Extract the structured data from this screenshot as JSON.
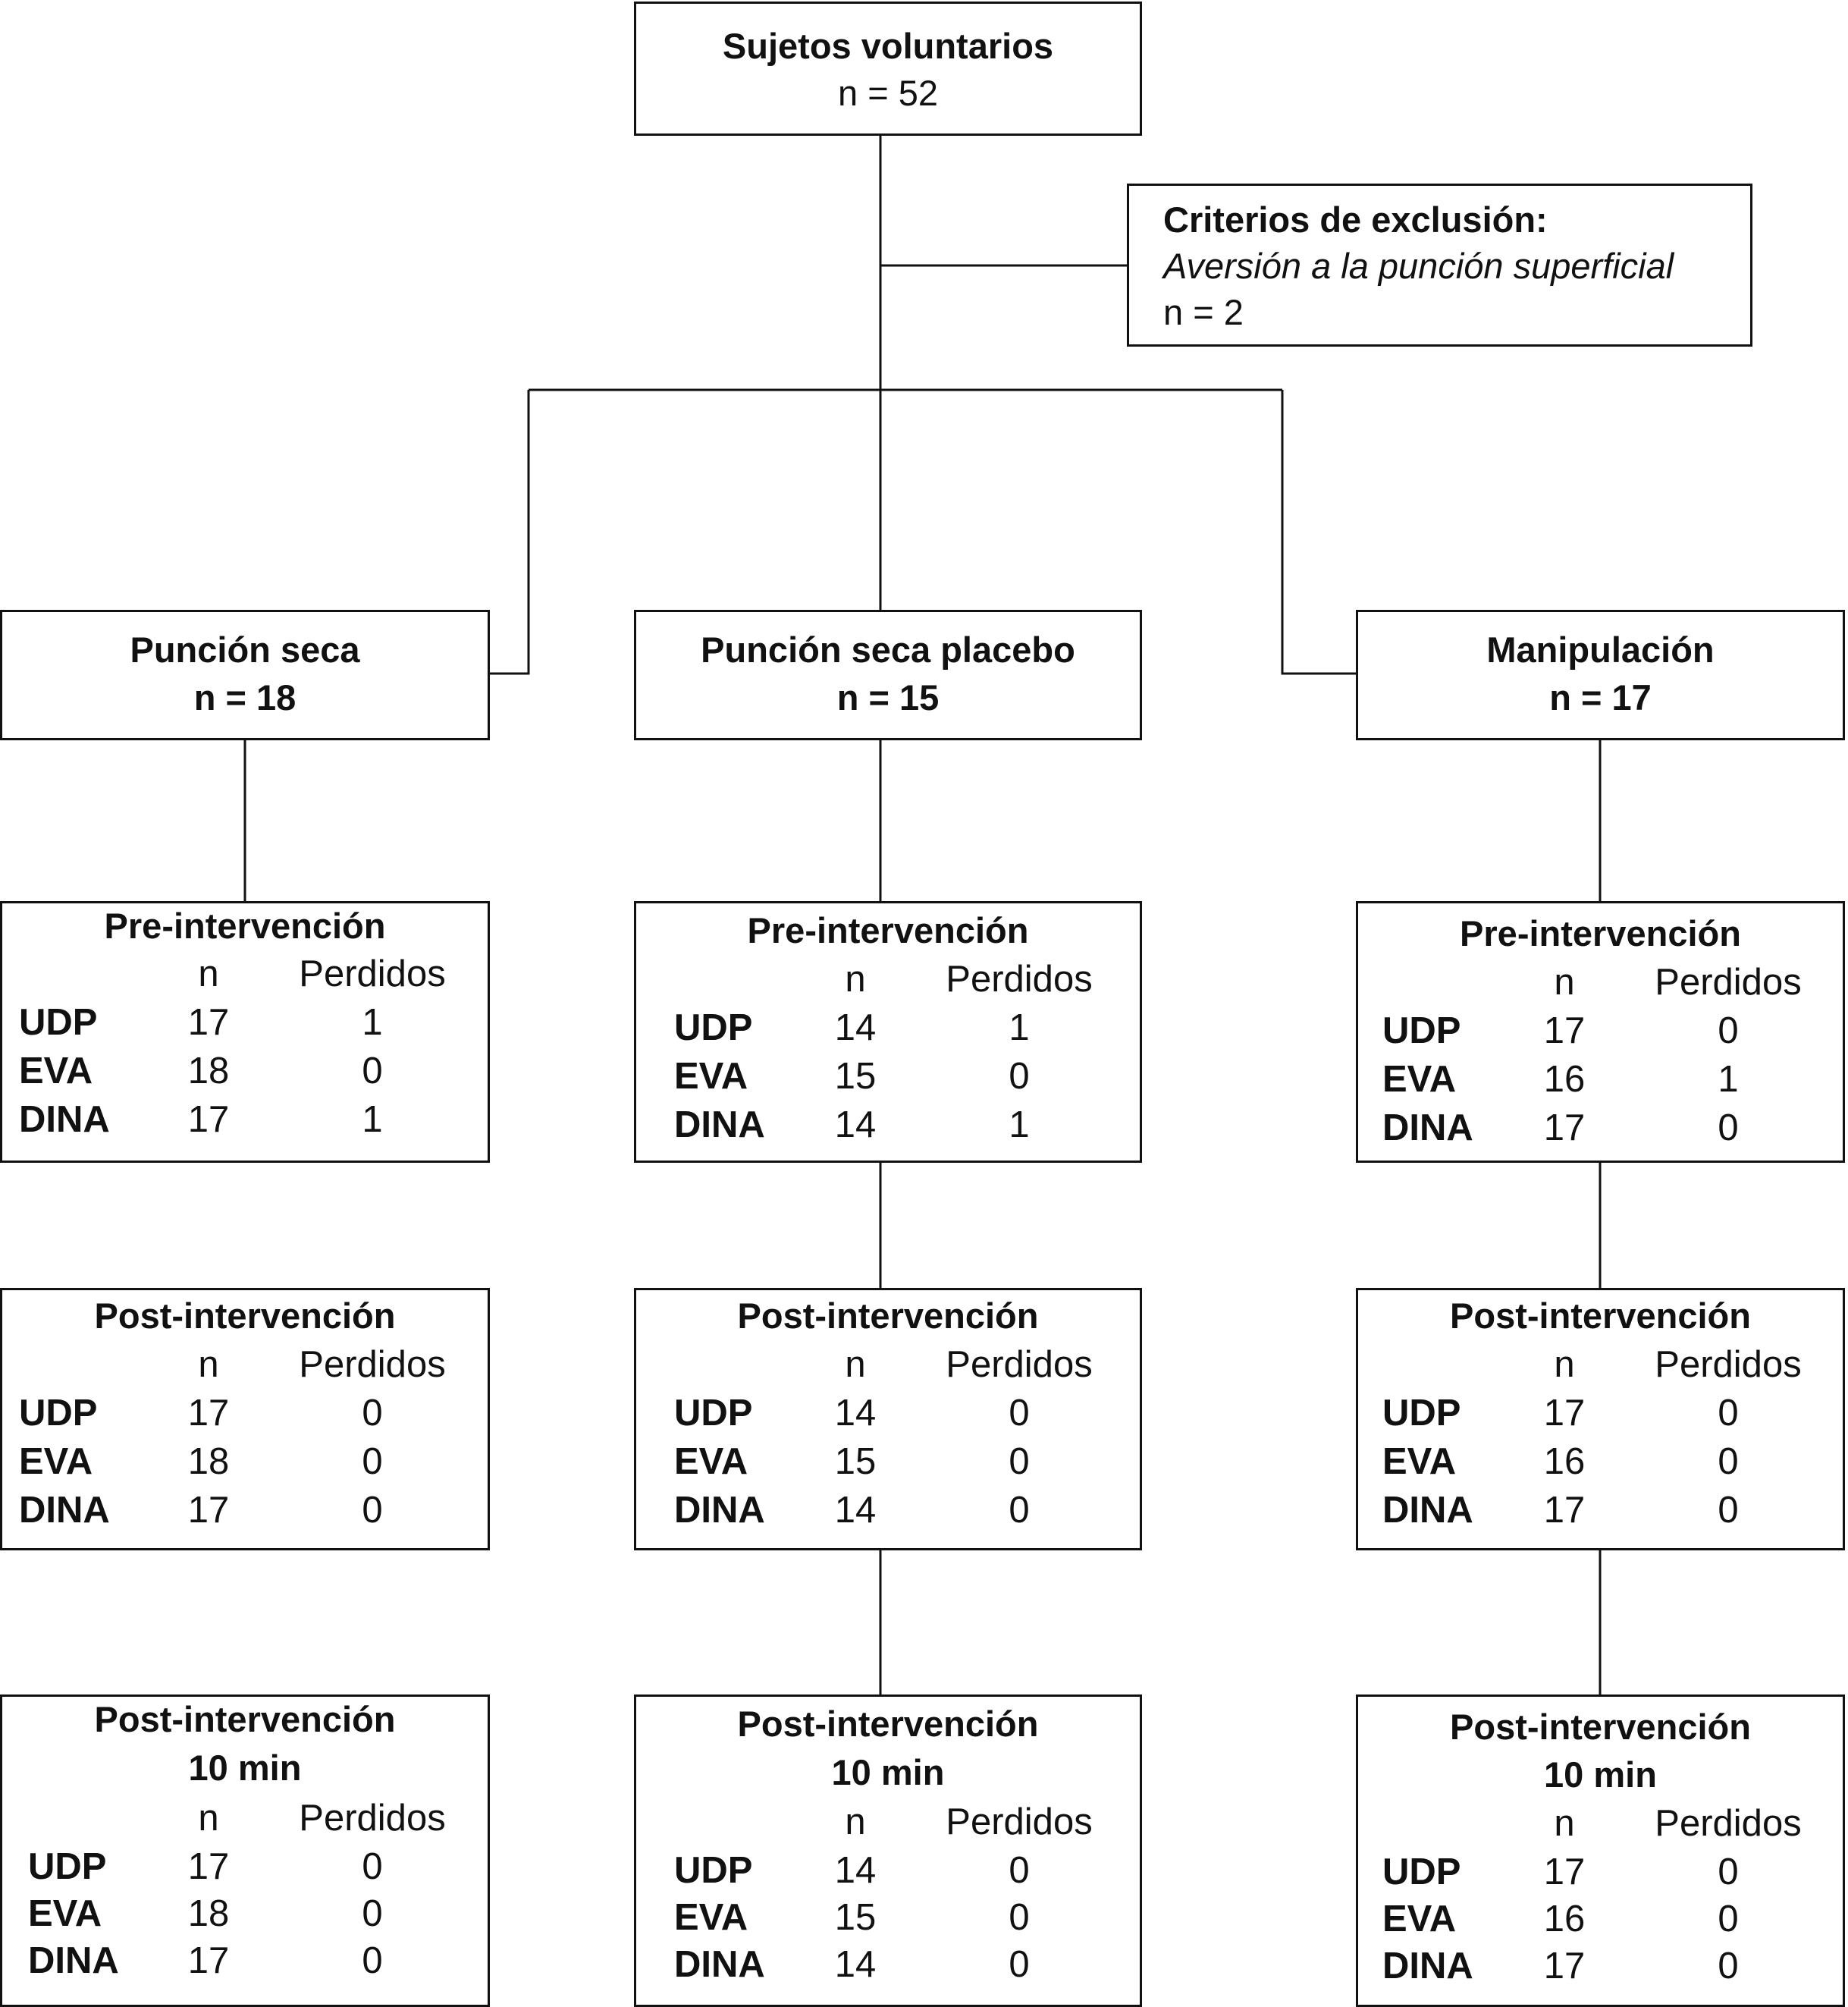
{
  "top": {
    "title": "Sujetos voluntarios",
    "n": "n = 52"
  },
  "exclusion": {
    "title": "Criterios de exclusión:",
    "reason": "Aversión a la punción superficial",
    "n": "n = 2"
  },
  "groups": [
    {
      "name": "Punción seca",
      "n": "n = 18",
      "stages": [
        {
          "title": "Pre-intervención",
          "subtitle": "",
          "col_n": "n",
          "col_lost": "Perdidos",
          "rows": [
            {
              "label": "UDP",
              "n": "17",
              "lost": "1"
            },
            {
              "label": "EVA",
              "n": "18",
              "lost": "0"
            },
            {
              "label": "DINA",
              "n": "17",
              "lost": "1"
            }
          ]
        },
        {
          "title": "Post-intervención",
          "subtitle": "",
          "col_n": "n",
          "col_lost": "Perdidos",
          "rows": [
            {
              "label": "UDP",
              "n": "17",
              "lost": "0"
            },
            {
              "label": "EVA",
              "n": "18",
              "lost": "0"
            },
            {
              "label": "DINA",
              "n": "17",
              "lost": "0"
            }
          ]
        },
        {
          "title": "Post-intervención",
          "subtitle": "10 min",
          "col_n": "n",
          "col_lost": "Perdidos",
          "rows": [
            {
              "label": "UDP",
              "n": "17",
              "lost": "0"
            },
            {
              "label": "EVA",
              "n": "18",
              "lost": "0"
            },
            {
              "label": "DINA",
              "n": "17",
              "lost": "0"
            }
          ]
        }
      ]
    },
    {
      "name": "Punción seca placebo",
      "n": "n = 15",
      "stages": [
        {
          "title": "Pre-intervención",
          "subtitle": "",
          "col_n": "n",
          "col_lost": "Perdidos",
          "rows": [
            {
              "label": "UDP",
              "n": "14",
              "lost": "1"
            },
            {
              "label": "EVA",
              "n": "15",
              "lost": "0"
            },
            {
              "label": "DINA",
              "n": "14",
              "lost": "1"
            }
          ]
        },
        {
          "title": "Post-intervención",
          "subtitle": "",
          "col_n": "n",
          "col_lost": "Perdidos",
          "rows": [
            {
              "label": "UDP",
              "n": "14",
              "lost": "0"
            },
            {
              "label": "EVA",
              "n": "15",
              "lost": "0"
            },
            {
              "label": "DINA",
              "n": "14",
              "lost": "0"
            }
          ]
        },
        {
          "title": "Post-intervención",
          "subtitle": "10 min",
          "col_n": "n",
          "col_lost": "Perdidos",
          "rows": [
            {
              "label": "UDP",
              "n": "14",
              "lost": "0"
            },
            {
              "label": "EVA",
              "n": "15",
              "lost": "0"
            },
            {
              "label": "DINA",
              "n": "14",
              "lost": "0"
            }
          ]
        }
      ]
    },
    {
      "name": "Manipulación",
      "n": "n = 17",
      "stages": [
        {
          "title": "Pre-intervención",
          "subtitle": "",
          "col_n": "n",
          "col_lost": "Perdidos",
          "rows": [
            {
              "label": "UDP",
              "n": "17",
              "lost": "0"
            },
            {
              "label": "EVA",
              "n": "16",
              "lost": "1"
            },
            {
              "label": "DINA",
              "n": "17",
              "lost": "0"
            }
          ]
        },
        {
          "title": "Post-intervención",
          "subtitle": "",
          "col_n": "n",
          "col_lost": "Perdidos",
          "rows": [
            {
              "label": "UDP",
              "n": "17",
              "lost": "0"
            },
            {
              "label": "EVA",
              "n": "16",
              "lost": "0"
            },
            {
              "label": "DINA",
              "n": "17",
              "lost": "0"
            }
          ]
        },
        {
          "title": "Post-intervención",
          "subtitle": "10 min",
          "col_n": "n",
          "col_lost": "Perdidos",
          "rows": [
            {
              "label": "UDP",
              "n": "17",
              "lost": "0"
            },
            {
              "label": "EVA",
              "n": "16",
              "lost": "0"
            },
            {
              "label": "DINA",
              "n": "17",
              "lost": "0"
            }
          ]
        }
      ]
    }
  ]
}
